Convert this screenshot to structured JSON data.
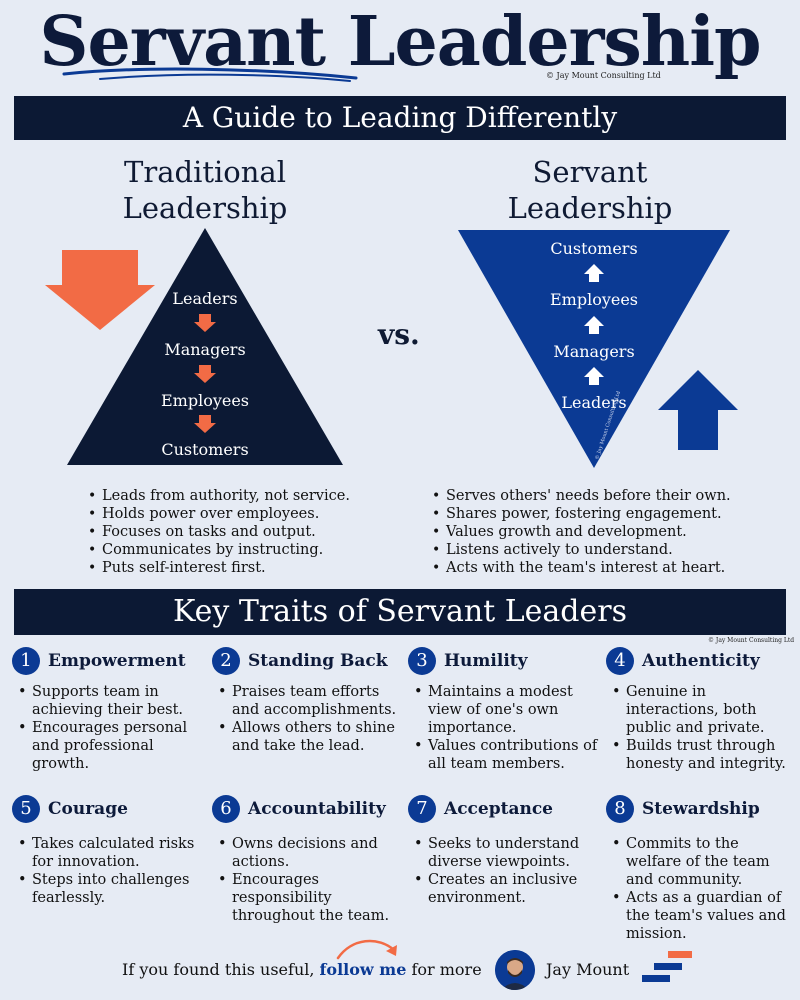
{
  "title": "Servant Leadership",
  "copyright": "© Jay Mount Consulting Ltd",
  "subtitle": "A Guide to Leading Differently",
  "traditional": {
    "heading_line1": "Traditional",
    "heading_line2": "Leadership",
    "levels": [
      "Leaders",
      "Managers",
      "Employees",
      "Customers"
    ],
    "bullets": [
      "Leads from authority, not service.",
      "Holds power over employees.",
      "Focuses on tasks and output.",
      "Communicates by instructing.",
      "Puts self-interest first."
    ]
  },
  "vs_label": "vs.",
  "servant": {
    "heading_line1": "Servant",
    "heading_line2": "Leadership",
    "levels": [
      "Customers",
      "Employees",
      "Managers",
      "Leaders"
    ],
    "watermark": "© Jay Mount Consulting Ltd",
    "bullets": [
      "Serves others' needs before their own.",
      "Shares power, fostering engagement.",
      "Values growth and development.",
      "Listens actively to understand.",
      "Acts with the team's interest at heart."
    ]
  },
  "traits_heading": "Key Traits of Servant Leaders",
  "traits": [
    {
      "num": "1",
      "name": "Empowerment",
      "bullets": [
        "Supports team in achieving their best.",
        "Encourages personal and professional growth."
      ]
    },
    {
      "num": "2",
      "name": "Standing Back",
      "bullets": [
        "Praises team efforts and accomplishments.",
        "Allows others to shine and take the lead."
      ]
    },
    {
      "num": "3",
      "name": "Humility",
      "bullets": [
        "Maintains a modest view of one's own importance.",
        "Values contributions of all team members."
      ]
    },
    {
      "num": "4",
      "name": "Authenticity",
      "bullets": [
        "Genuine in interactions, both public and private.",
        "Builds trust through honesty and integrity."
      ]
    },
    {
      "num": "5",
      "name": "Courage",
      "bullets": [
        "Takes calculated risks for innovation.",
        "Steps into challenges fearlessly."
      ]
    },
    {
      "num": "6",
      "name": "Accountability",
      "bullets": [
        "Owns decisions and actions.",
        "Encourages responsibility throughout the team."
      ]
    },
    {
      "num": "7",
      "name": "Acceptance",
      "bullets": [
        "Seeks to understand diverse viewpoints.",
        "Creates an inclusive environment."
      ]
    },
    {
      "num": "8",
      "name": "Stewardship",
      "bullets": [
        "Commits to the welfare of the team and community.",
        "Acts as a guardian of the team's values and mission."
      ]
    }
  ],
  "footer": {
    "prefix": "If you found this useful, ",
    "highlight": "follow me",
    "suffix": " for more",
    "author": "Jay Mount"
  },
  "colors": {
    "navy": "#0c1934",
    "blue": "#0b3a94",
    "orange": "#f26b45",
    "background": "#e6ebf4"
  },
  "icons": {
    "down_arrow": "down-arrow-icon",
    "up_arrow": "up-arrow-icon",
    "curved_arrow": "curved-arrow-icon",
    "logo": "stairs-logo-icon"
  }
}
